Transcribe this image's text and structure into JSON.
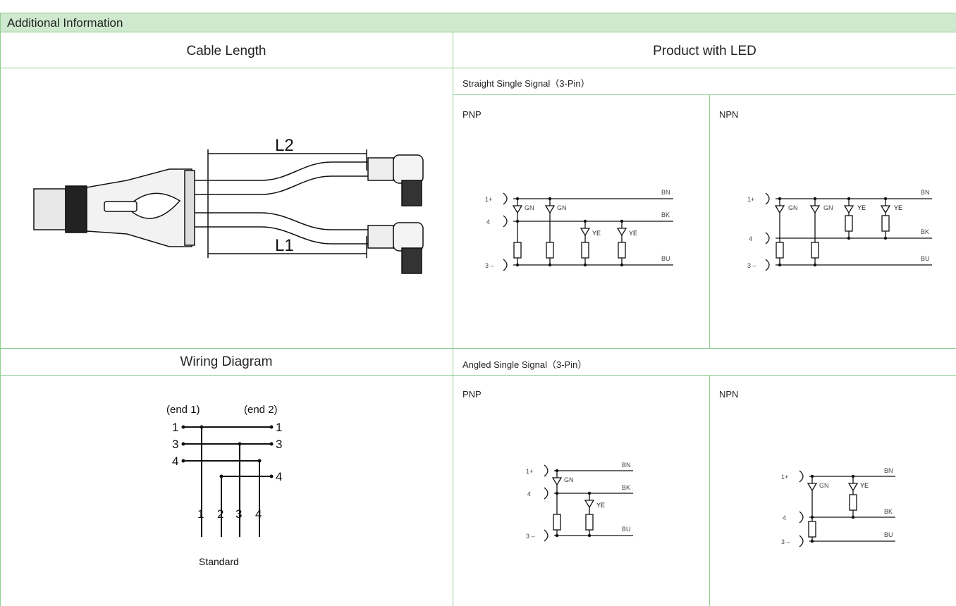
{
  "header": {
    "title": "Additional Information"
  },
  "left": {
    "cable_length_title": "Cable Length",
    "wiring_title": "Wiring Diagram",
    "cable_labels": {
      "l2": "L2",
      "l1": "L1"
    },
    "wiring": {
      "end1": "(end 1)",
      "end2": "(end 2)",
      "left_pins": [
        "1",
        "3",
        "4"
      ],
      "right_pins": [
        "1",
        "3",
        "4"
      ],
      "bottom_pins": [
        "1",
        "2",
        "3",
        "4"
      ],
      "caption": "Standard"
    }
  },
  "right": {
    "title": "Product with LED",
    "straight_label": "Straight Single Signal（3-Pin）",
    "angled_label": "Angled Single Signal（3-Pin）",
    "pnp": "PNP",
    "npn": "NPN",
    "circuit": {
      "pin1": "1+",
      "pin4": "4",
      "pin3": "3 –",
      "bn": "BN",
      "bk": "BK",
      "bu": "BU",
      "gn": "GN",
      "ye": "YE"
    }
  }
}
